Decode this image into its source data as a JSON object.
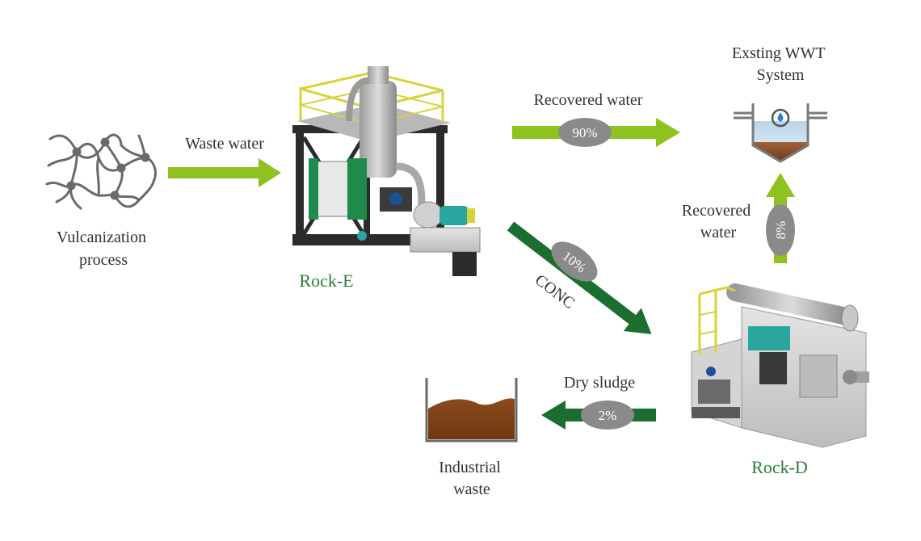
{
  "labels": {
    "vulcanization": [
      "Vulcanization",
      "process"
    ],
    "waste_water": "Waste water",
    "rock_e": "Rock-E",
    "recovered_water_top": "Recovered water",
    "pct_90": "90%",
    "existing_wwt": [
      "Exsting WWT",
      "System"
    ],
    "recovered_water_side": [
      "Recovered",
      "water"
    ],
    "pct_8": "8%",
    "pct_10": "10%",
    "conc": "CONC",
    "dry_sludge": "Dry sludge",
    "pct_2": "2%",
    "rock_d": "Rock-D",
    "industrial_waste": [
      "Industrial",
      "waste"
    ]
  },
  "colors": {
    "light_green": "#8dc21f",
    "dark_green": "#1b6e2e",
    "badge_gray": "#8a8a8a",
    "label_green": "#2e7d3a",
    "sludge_brown": "#8b4a1c"
  },
  "icons": [
    "polymer-network-icon",
    "rock-e-machine-icon",
    "wwt-tank-icon",
    "rock-d-machine-icon",
    "sludge-bin-icon"
  ]
}
